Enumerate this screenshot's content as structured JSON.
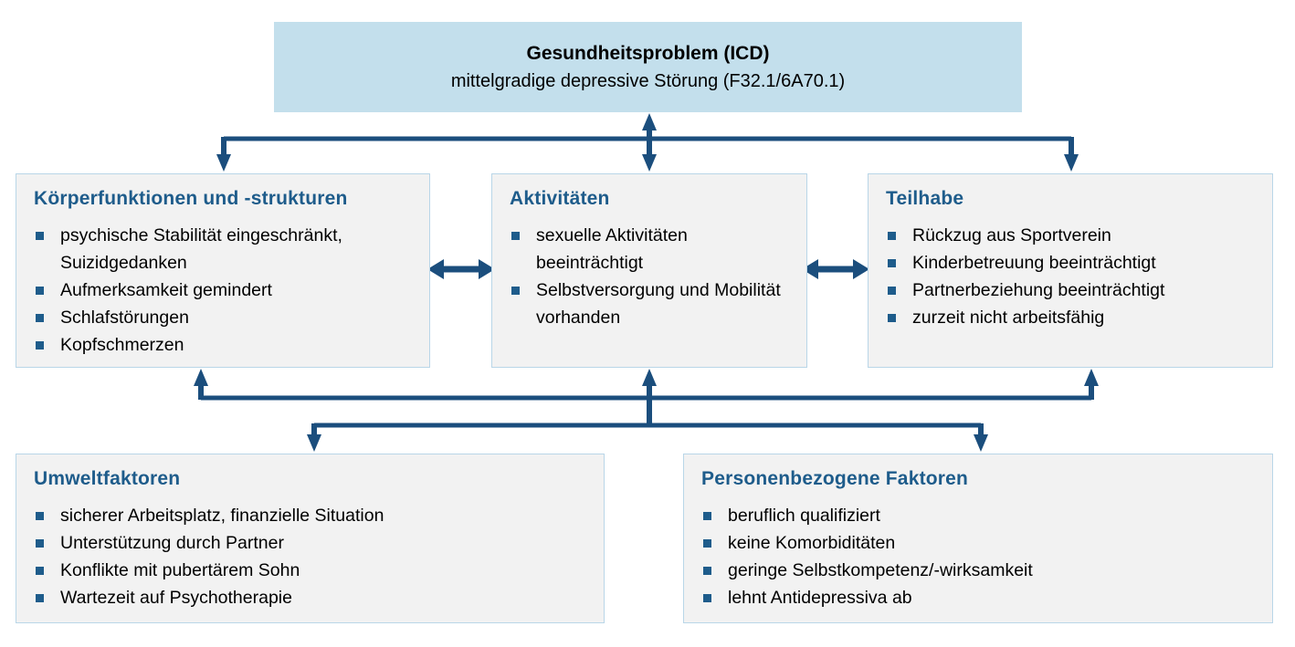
{
  "colors": {
    "arrow": "#1b4e7d",
    "heading_text": "#1e5c8b",
    "title_box_fill": "#c3dfec",
    "box_fill": "#f2f2f2",
    "box_border": "#b9d6e8",
    "body_text": "#000000",
    "background": "#ffffff"
  },
  "diagram": {
    "health_problem": {
      "title": "Gesundheitsproblem (ICD)",
      "subtitle": "mittelgradige depressive Störung (F32.1/6A70.1)"
    },
    "body_functions": {
      "heading": "Körperfunktionen und -strukturen",
      "items": [
        "psychische Stabilität eingeschränkt, Suizidgedanken",
        "Aufmerksamkeit gemindert",
        "Schlafstörungen",
        "Kopfschmerzen"
      ]
    },
    "activities": {
      "heading": "Aktivitäten",
      "items": [
        "sexuelle Aktivitäten beeinträchtigt",
        "Selbstversorgung und Mobilität vorhanden"
      ]
    },
    "participation": {
      "heading": "Teilhabe",
      "items": [
        "Rückzug aus Sportverein",
        "Kinderbetreuung beeinträchtigt",
        "Partnerbeziehung beeinträchtigt",
        "zurzeit nicht arbeitsfähig"
      ]
    },
    "environmental_factors": {
      "heading": "Umweltfaktoren",
      "items": [
        "sicherer Arbeitsplatz, finanzielle Situation",
        "Unterstützung durch Partner",
        "Konflikte mit pubertärem Sohn",
        "Wartezeit auf Psychotherapie"
      ]
    },
    "personal_factors": {
      "heading": "Personenbezogene Faktoren",
      "items": [
        "beruflich qualifiziert",
        "keine Komorbiditäten",
        "geringe Selbstkompetenz/-wirksamkeit",
        "lehnt Antidepressiva ab"
      ]
    }
  }
}
